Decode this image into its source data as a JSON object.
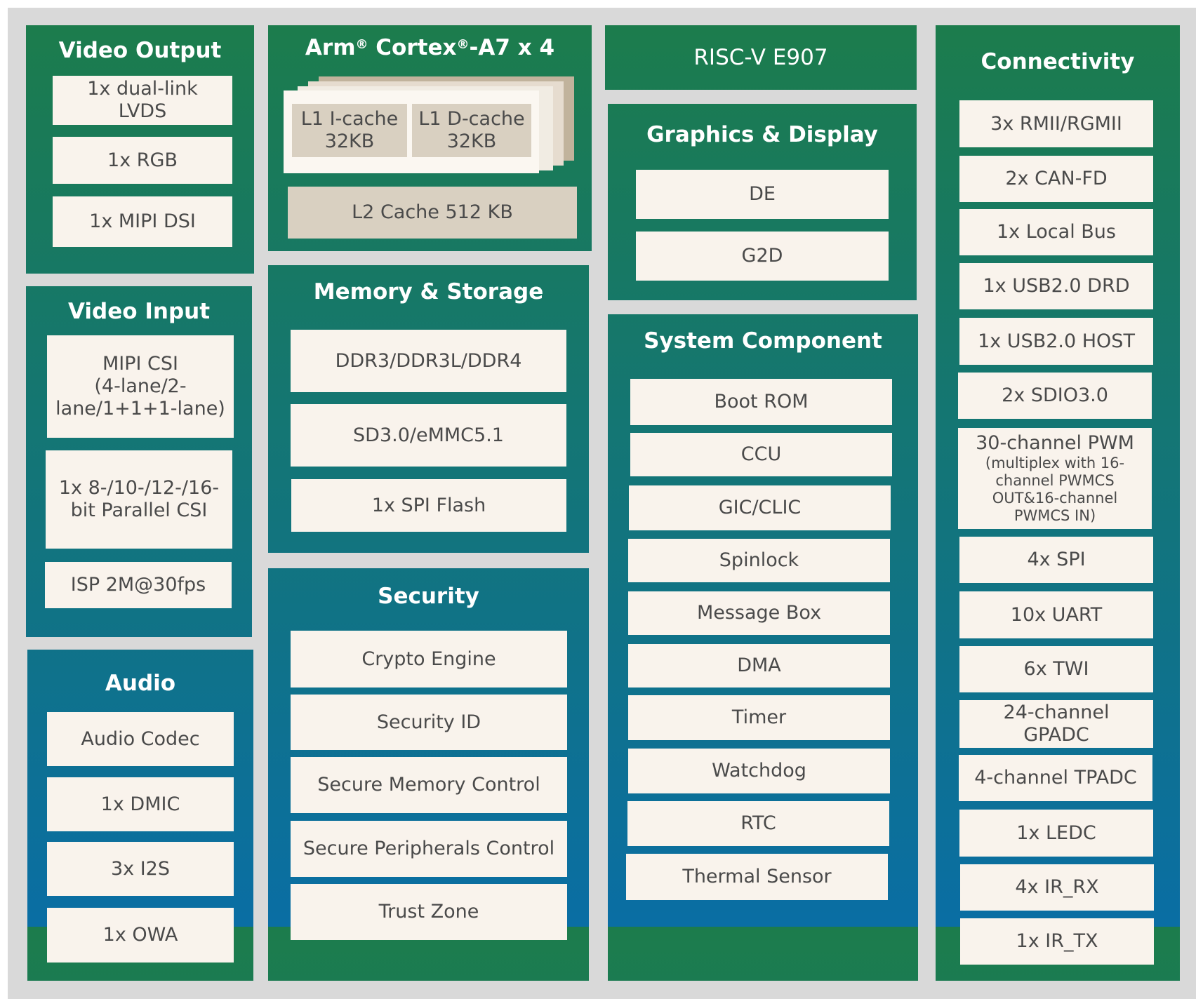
{
  "colors": {
    "frame": "#d9d9d9",
    "box": "#f9f3ec",
    "box_text": "#4a4a4a",
    "title_text": "#ffffff",
    "cache": "#d9d0c1",
    "green_top": "#1c7c4c",
    "blue_bottom": "#0a6ea4"
  },
  "video_output": {
    "title": "Video Output",
    "items": [
      "1x dual-link\nLVDS",
      "1x RGB",
      "1x MIPI DSI"
    ]
  },
  "video_input": {
    "title": "Video Input",
    "items": [
      "MIPI CSI\n(4-lane/2-\nlane/1+1+1-lane)",
      "1x 8-/10-/12-/16-\nbit Parallel CSI",
      "ISP 2M@30fps"
    ]
  },
  "audio": {
    "title": "Audio",
    "items": [
      "Audio Codec",
      "1x DMIC",
      "3x I2S",
      "1x OWA"
    ]
  },
  "cpu": {
    "title_a": "Arm",
    "title_b": " Cortex",
    "title_c": "-A7 x 4",
    "reg": "®",
    "l1i": "L1 I-cache\n32KB",
    "l1d": "L1 D-cache\n32KB",
    "l2": "L2 Cache 512 KB"
  },
  "memory": {
    "title": "Memory & Storage",
    "items": [
      "DDR3/DDR3L/DDR4",
      "SD3.0/eMMC5.1",
      "1x SPI Flash"
    ]
  },
  "security": {
    "title": "Security",
    "items": [
      "Crypto Engine",
      "Security ID",
      "Secure Memory Control",
      "Secure Peripherals Control",
      "Trust Zone"
    ]
  },
  "riscv": {
    "title": "RISC-V E907"
  },
  "graphics": {
    "title": "Graphics & Display",
    "items": [
      "DE",
      "G2D"
    ]
  },
  "system": {
    "title": "System Component",
    "items": [
      "Boot ROM",
      "CCU",
      "GIC/CLIC",
      "Spinlock",
      "Message Box",
      "DMA",
      "Timer",
      "Watchdog",
      "RTC",
      "Thermal Sensor"
    ]
  },
  "connectivity": {
    "title": "Connectivity",
    "items": [
      "3x RMII/RGMII",
      "2x CAN-FD",
      "1x Local Bus",
      "1x USB2.0 DRD",
      "1x USB2.0 HOST",
      "2x SDIO3.0",
      "30-channel PWM",
      "4x SPI",
      "10x UART",
      "6x TWI",
      "24-channel\nGPADC",
      "4-channel TPADC",
      "1x LEDC",
      "4x IR_RX",
      "1x IR_TX"
    ],
    "pwm_note": "(multiplex with 16-\nchannel PWMCS\nOUT&16-channel\nPWMCS IN)"
  }
}
